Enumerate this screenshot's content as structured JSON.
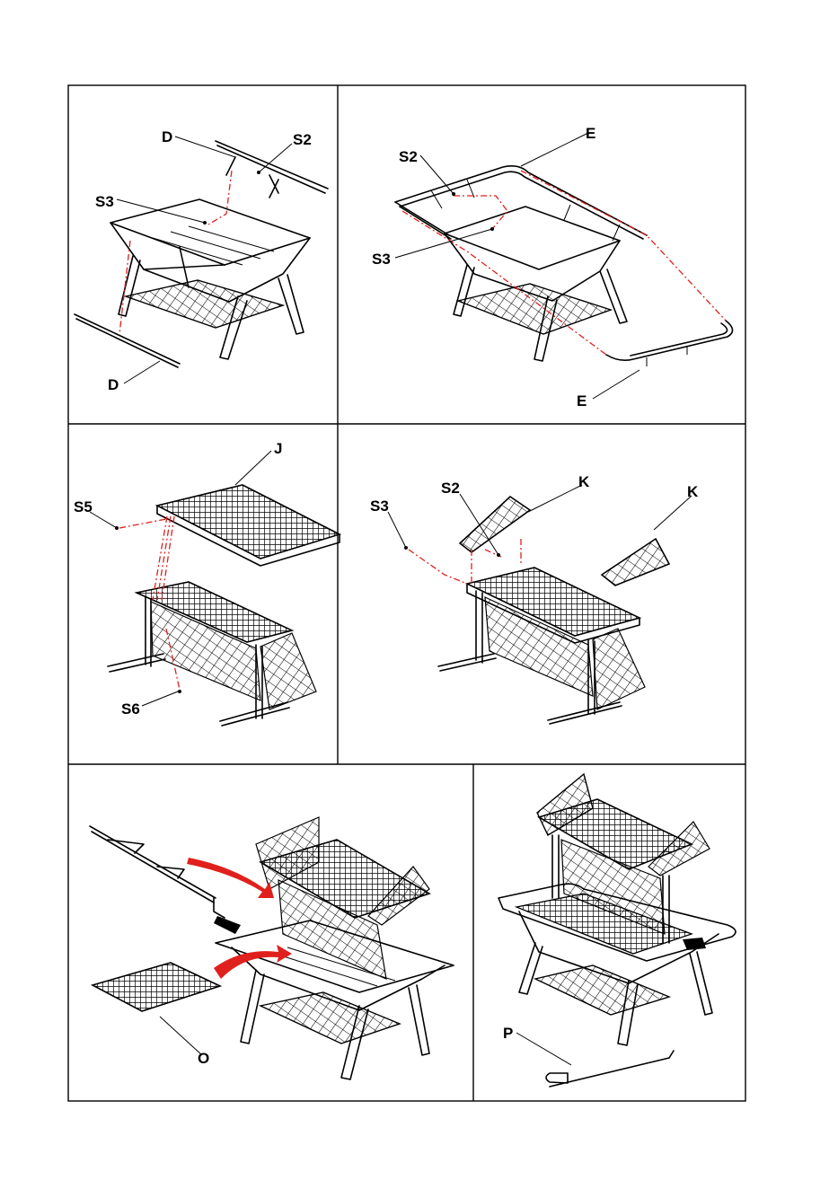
{
  "panels": [
    {
      "id": "step1",
      "labels": [
        "D",
        "S2",
        "S3",
        "D"
      ]
    },
    {
      "id": "step2",
      "labels": [
        "E",
        "S2",
        "S3",
        "E"
      ]
    },
    {
      "id": "step3",
      "labels": [
        "J",
        "S5",
        "S6"
      ]
    },
    {
      "id": "step4",
      "labels": [
        "S2",
        "K",
        "K",
        "S3"
      ]
    },
    {
      "id": "step5",
      "labels": [
        "O"
      ]
    },
    {
      "id": "step6",
      "labels": [
        "P"
      ]
    }
  ],
  "colors": {
    "ink": "#000000",
    "assembly_line": "#e0201c",
    "arrow": "#e0201c"
  }
}
